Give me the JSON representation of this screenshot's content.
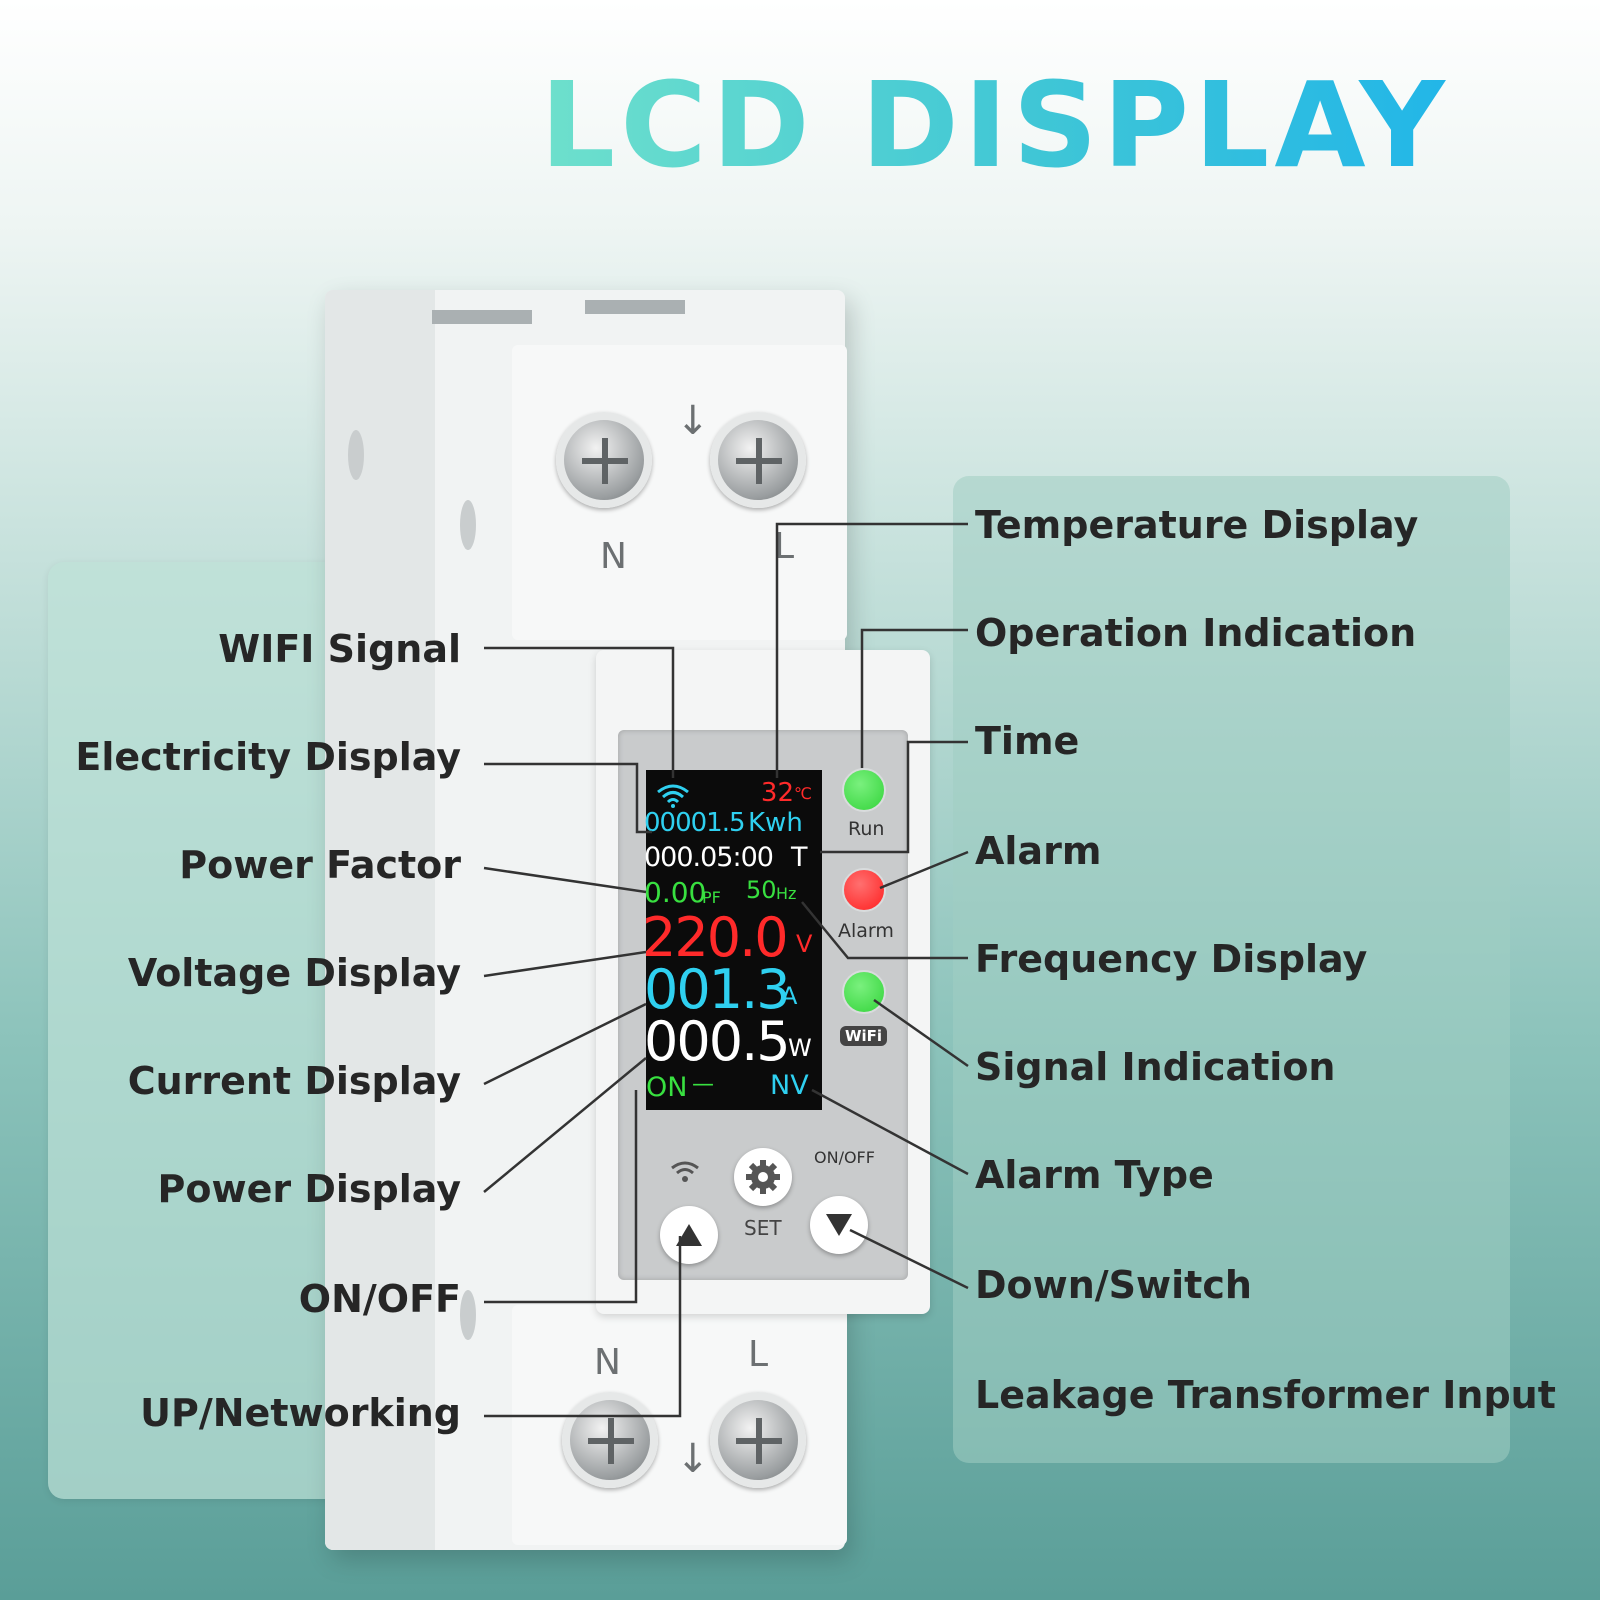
{
  "title": "LCD DISPLAY",
  "terminals": {
    "top_n": "N",
    "top_l": "L",
    "bottom_n": "N",
    "bottom_l": "L",
    "arrow": "↓"
  },
  "lcd": {
    "temperature": "32",
    "temperature_unit": "℃",
    "energy": "00001.5",
    "energy_unit": "Kwh",
    "time": "000.05:00",
    "time_unit": "T",
    "power_factor": "0.00",
    "power_factor_unit": "PF",
    "frequency": "50",
    "frequency_unit": "Hz",
    "voltage": "220.0",
    "voltage_unit": "V",
    "current": "001.3",
    "current_unit": "A",
    "power": "000.5",
    "power_unit": "W",
    "status": "ON",
    "status_dash": "—",
    "alarm_type": "NV"
  },
  "indicators": {
    "run": "Run",
    "alarm": "Alarm",
    "wifi": "WiFi"
  },
  "buttons": {
    "set": "SET",
    "onoff_on": "ON",
    "onoff_off": "OFF"
  },
  "colors": {
    "title_start": "#6ee0cc",
    "title_end": "#22b6e8",
    "led_green": "#33d43a",
    "led_red": "#ff1f1f",
    "lcd_red": "#ff2a2a",
    "lcd_cyan": "#2fd0f0",
    "lcd_green": "#38e040",
    "lcd_white": "#ffffff"
  },
  "labels_left": [
    "WIFI Signal",
    "Electricity Display",
    "Power Factor",
    "Voltage Display",
    "Current Display",
    "Power Display",
    "ON/OFF",
    "UP/Networking"
  ],
  "labels_right": [
    "Temperature Display",
    "Operation Indication",
    "Time",
    "Alarm",
    "Frequency Display",
    "Signal Indication",
    "Alarm Type",
    "Down/Switch",
    "Leakage Transformer Input"
  ],
  "icons": {
    "wifi": "wifi-icon",
    "gear": "gear-icon",
    "up": "triangle-up-icon",
    "down": "triangle-down-icon"
  }
}
